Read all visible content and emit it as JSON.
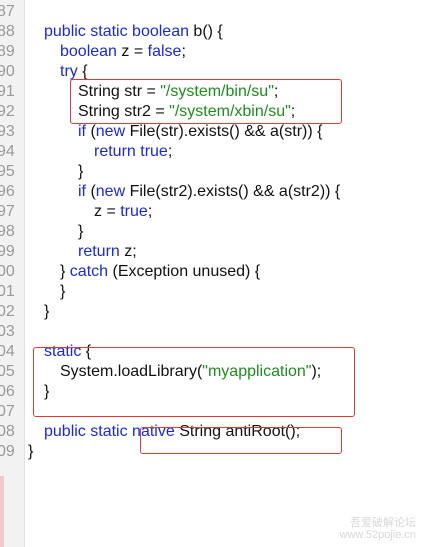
{
  "line_numbers": [
    "87",
    "88",
    "89",
    "90",
    "91",
    "92",
    "93",
    "94",
    "95",
    "96",
    "97",
    "98",
    "99",
    "00",
    "01",
    "02",
    "03",
    "04",
    "05",
    "06",
    "07",
    "08",
    "09"
  ],
  "lines": [
    {
      "n": 0,
      "parts": []
    },
    {
      "n": 1,
      "parts": [
        [
          "kw",
          "public static boolean"
        ],
        [
          "p",
          " b() {"
        ]
      ]
    },
    {
      "n": 2,
      "parts": [
        [
          "kw",
          "boolean"
        ],
        [
          "p",
          " z = "
        ],
        [
          "kw",
          "false"
        ],
        [
          "p",
          ";"
        ]
      ]
    },
    {
      "n": 3,
      "parts": [
        [
          "kw",
          "try"
        ],
        [
          "p",
          " {"
        ]
      ]
    },
    {
      "n": 4,
      "parts": [
        [
          "p",
          "String str = "
        ],
        [
          "str",
          "\"/system/bin/su\""
        ],
        [
          "p",
          ";"
        ]
      ]
    },
    {
      "n": 5,
      "parts": [
        [
          "p",
          "String str2 = "
        ],
        [
          "str",
          "\"/system/xbin/su\""
        ],
        [
          "p",
          ";"
        ]
      ]
    },
    {
      "n": 6,
      "parts": [
        [
          "kw",
          "if"
        ],
        [
          "p",
          " ("
        ],
        [
          "kw",
          "new"
        ],
        [
          "p",
          " File(str).exists() && a(str)) {"
        ]
      ]
    },
    {
      "n": 7,
      "parts": [
        [
          "kw",
          "return true"
        ],
        [
          "p",
          ";"
        ]
      ]
    },
    {
      "n": 8,
      "parts": [
        [
          "p",
          "}"
        ]
      ]
    },
    {
      "n": 9,
      "parts": [
        [
          "kw",
          "if"
        ],
        [
          "p",
          " ("
        ],
        [
          "kw",
          "new"
        ],
        [
          "p",
          " File(str2).exists() && a(str2)) {"
        ]
      ]
    },
    {
      "n": 10,
      "parts": [
        [
          "p",
          "z = "
        ],
        [
          "kw",
          "true"
        ],
        [
          "p",
          ";"
        ]
      ]
    },
    {
      "n": 11,
      "parts": [
        [
          "p",
          "}"
        ]
      ]
    },
    {
      "n": 12,
      "parts": [
        [
          "kw",
          "return"
        ],
        [
          "p",
          " z;"
        ]
      ]
    },
    {
      "n": 13,
      "parts": [
        [
          "p",
          "} "
        ],
        [
          "kw",
          "catch"
        ],
        [
          "p",
          " (Exception unused) {"
        ]
      ]
    },
    {
      "n": 14,
      "parts": [
        [
          "p",
          "}"
        ]
      ]
    },
    {
      "n": 15,
      "parts": [
        [
          "p",
          "}"
        ]
      ]
    },
    {
      "n": 16,
      "parts": []
    },
    {
      "n": 17,
      "parts": [
        [
          "kw",
          "static"
        ],
        [
          "p",
          " {"
        ]
      ]
    },
    {
      "n": 18,
      "parts": [
        [
          "p",
          "System.loadLibrary("
        ],
        [
          "str",
          "\"myapplication\""
        ],
        [
          "p",
          ");"
        ]
      ]
    },
    {
      "n": 19,
      "parts": [
        [
          "p",
          "}"
        ]
      ]
    },
    {
      "n": 20,
      "parts": []
    },
    {
      "n": 21,
      "parts": [
        [
          "kw",
          "public static"
        ],
        [
          "p",
          " "
        ],
        [
          "kw",
          "native"
        ],
        [
          "p",
          " String antiRoot();"
        ]
      ]
    },
    {
      "n": 22,
      "parts": [
        [
          "p",
          "}"
        ]
      ]
    }
  ],
  "watermark": {
    "line1": "吾爱破解论坛",
    "line2": "www.52pojie.cn"
  },
  "colors": {
    "keyword": "#1a2ad6",
    "string": "#1e8d1e",
    "highlight_box": "#e23a3a"
  }
}
